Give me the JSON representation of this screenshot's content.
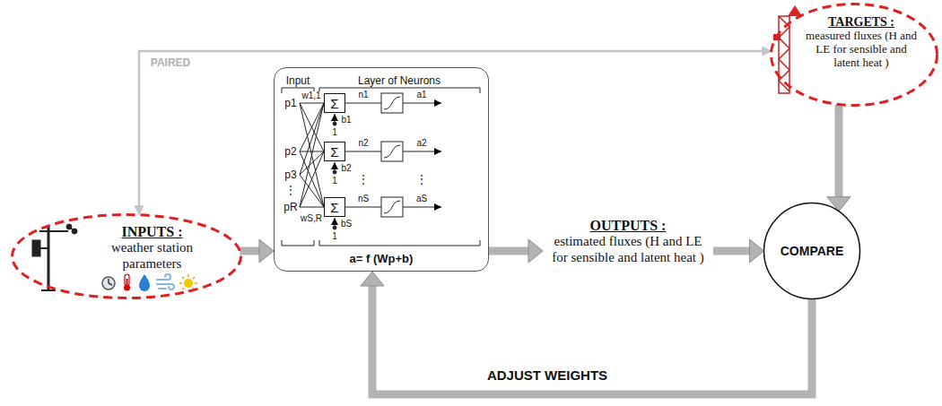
{
  "diagram": {
    "nodes": [
      {
        "text": [
          "INPUTS :",
          "weather station parameters"
        ]
      },
      {
        "text": [
          "a= f (Wp+b)"
        ]
      },
      {
        "text": [
          "Σ"
        ],
        "in": 1
      },
      {
        "text": [
          "Σ"
        ],
        "in": 1
      },
      {
        "text": [
          "Σ"
        ],
        "in": 1
      },
      {
        "text": [
          "OUTPUTS :",
          "estimated fluxes (H and LE for sensible and latent heat )"
        ]
      },
      {
        "text": [
          "TARGETS :",
          "measured fluxes (H and LE for sensible and latent heat )"
        ]
      },
      {
        "text": [
          "COMPARE"
        ]
      }
    ],
    "edges": [
      {
        "from": 0,
        "to": 1,
        "arrow": "to"
      },
      {
        "from": 1,
        "to": 5,
        "arrow": "to"
      },
      {
        "from": 5,
        "to": 7,
        "arrow": "to"
      },
      {
        "from": 6,
        "to": 7,
        "arrow": "to"
      },
      {
        "from": 7,
        "to": 1,
        "arrow": "to",
        "label": "ADJUST WEIGHTS"
      },
      {
        "from": 6,
        "to": 0,
        "arrow": "both",
        "label": "PAIRED"
      }
    ],
    "labels": [
      "Input",
      "Layer of Neurons",
      "p1",
      "p2",
      "p3",
      "⋮",
      "pR",
      "w1,1",
      "wS,R",
      "n1",
      "n2",
      "⋮",
      "nS",
      "b1",
      "b2",
      "bS",
      "1",
      "1",
      "1",
      "a1",
      "a2",
      "⋮",
      "aS"
    ]
  }
}
